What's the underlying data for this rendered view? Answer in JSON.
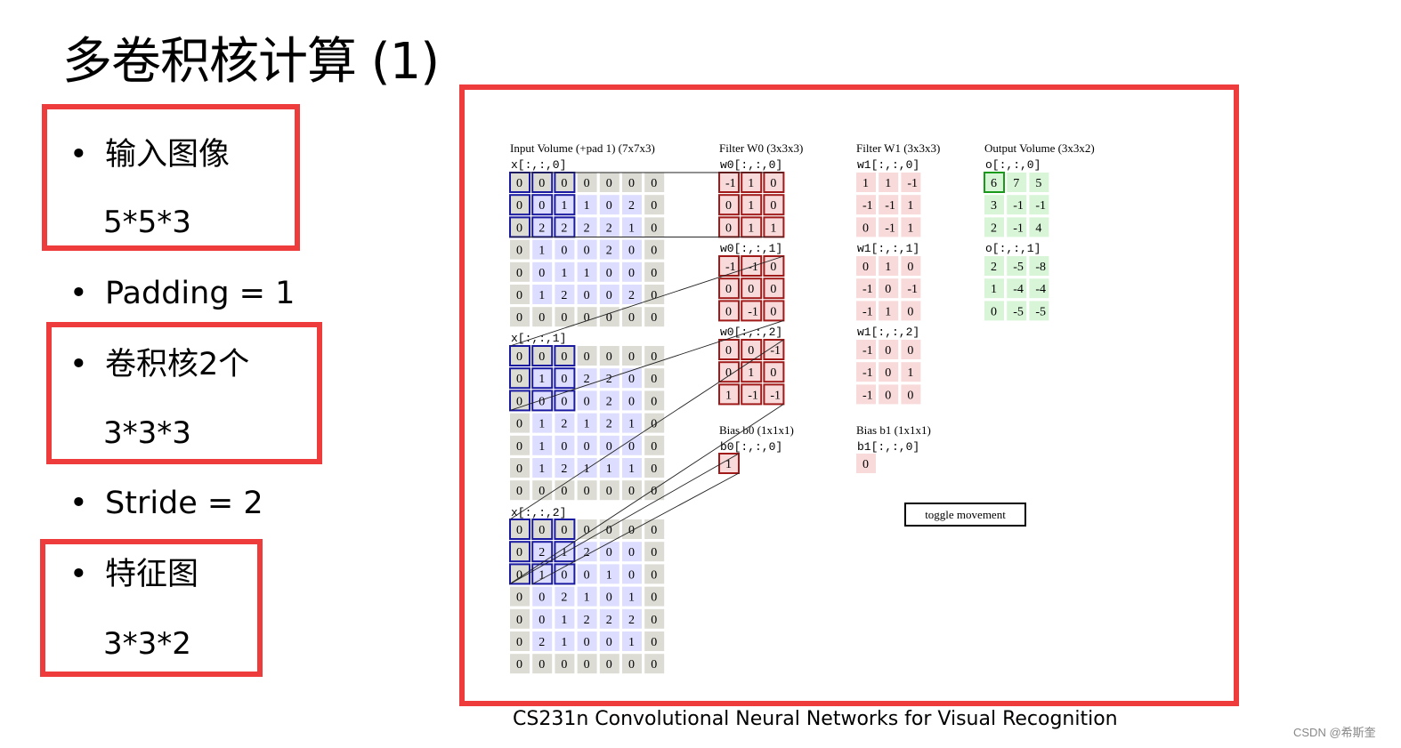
{
  "title": "多卷积核计算 (1)",
  "bullets": [
    {
      "label": "输入图像",
      "sub": "5*5*3"
    },
    {
      "label": "Padding = 1",
      "sub": ""
    },
    {
      "label": "卷积核2个",
      "sub": "3*3*3"
    },
    {
      "label": "Stride = 2",
      "sub": ""
    },
    {
      "label": "特征图",
      "sub": "3*3*2"
    }
  ],
  "bullet_glyph": "•",
  "caption": "CS231n Convolutional Neural Networks for Visual Recognition",
  "credit": "CSDN @希斯奎",
  "demo": {
    "input_title": "Input Volume (+pad 1) (7x7x3)",
    "input_slices": [
      {
        "label": "x[:,:,0]",
        "values": [
          [
            0,
            0,
            0,
            0,
            0,
            0,
            0
          ],
          [
            0,
            0,
            1,
            1,
            0,
            2,
            0
          ],
          [
            0,
            2,
            2,
            2,
            2,
            1,
            0
          ],
          [
            0,
            1,
            0,
            0,
            2,
            0,
            0
          ],
          [
            0,
            0,
            1,
            1,
            0,
            0,
            0
          ],
          [
            0,
            1,
            2,
            0,
            0,
            2,
            0
          ],
          [
            0,
            0,
            0,
            0,
            0,
            0,
            0
          ]
        ]
      },
      {
        "label": "x[:,:,1]",
        "values": [
          [
            0,
            0,
            0,
            0,
            0,
            0,
            0
          ],
          [
            0,
            1,
            0,
            2,
            2,
            0,
            0
          ],
          [
            0,
            0,
            0,
            0,
            2,
            0,
            0
          ],
          [
            0,
            1,
            2,
            1,
            2,
            1,
            0
          ],
          [
            0,
            1,
            0,
            0,
            0,
            0,
            0
          ],
          [
            0,
            1,
            2,
            1,
            1,
            1,
            0
          ],
          [
            0,
            0,
            0,
            0,
            0,
            0,
            0
          ]
        ]
      },
      {
        "label": "x[:,:,2]",
        "values": [
          [
            0,
            0,
            0,
            0,
            0,
            0,
            0
          ],
          [
            0,
            2,
            1,
            2,
            0,
            0,
            0
          ],
          [
            0,
            1,
            0,
            0,
            1,
            0,
            0
          ],
          [
            0,
            0,
            2,
            1,
            0,
            1,
            0
          ],
          [
            0,
            0,
            1,
            2,
            2,
            2,
            0
          ],
          [
            0,
            2,
            1,
            0,
            0,
            1,
            0
          ],
          [
            0,
            0,
            0,
            0,
            0,
            0,
            0
          ]
        ]
      }
    ],
    "filter0_title": "Filter W0 (3x3x3)",
    "filter0_slices": [
      {
        "label": "w0[:,:,0]",
        "values": [
          [
            -1,
            1,
            0
          ],
          [
            0,
            1,
            0
          ],
          [
            0,
            1,
            1
          ]
        ]
      },
      {
        "label": "w0[:,:,1]",
        "values": [
          [
            -1,
            -1,
            0
          ],
          [
            0,
            0,
            0
          ],
          [
            0,
            -1,
            0
          ]
        ]
      },
      {
        "label": "w0[:,:,2]",
        "values": [
          [
            0,
            0,
            -1
          ],
          [
            0,
            1,
            0
          ],
          [
            1,
            -1,
            -1
          ]
        ]
      }
    ],
    "bias0_title": "Bias b0 (1x1x1)",
    "bias0_label": "b0[:,:,0]",
    "bias0_value": 1,
    "filter1_title": "Filter W1 (3x3x3)",
    "filter1_slices": [
      {
        "label": "w1[:,:,0]",
        "values": [
          [
            1,
            1,
            -1
          ],
          [
            -1,
            -1,
            1
          ],
          [
            0,
            -1,
            1
          ]
        ]
      },
      {
        "label": "w1[:,:,1]",
        "values": [
          [
            0,
            1,
            0
          ],
          [
            -1,
            0,
            -1
          ],
          [
            -1,
            1,
            0
          ]
        ]
      },
      {
        "label": "w1[:,:,2]",
        "values": [
          [
            -1,
            0,
            0
          ],
          [
            -1,
            0,
            1
          ],
          [
            -1,
            0,
            0
          ]
        ]
      }
    ],
    "bias1_title": "Bias b1 (1x1x1)",
    "bias1_label": "b1[:,:,0]",
    "bias1_value": 0,
    "output_title": "Output Volume (3x3x2)",
    "output_slices": [
      {
        "label": "o[:,:,0]",
        "values": [
          [
            6,
            7,
            5
          ],
          [
            3,
            -1,
            -1
          ],
          [
            2,
            -1,
            4
          ]
        ]
      },
      {
        "label": "o[:,:,1]",
        "values": [
          [
            2,
            -5,
            -8
          ],
          [
            1,
            -4,
            -4
          ],
          [
            0,
            -5,
            -5
          ]
        ]
      }
    ],
    "toggle_label": "toggle movement",
    "colors": {
      "input_cell": "#ddddff",
      "pad_cell": "#dcdcd4",
      "filter_cell": "#f8dada",
      "output_cell": "#d8f5d8",
      "input_highlight": "#1a1aa0",
      "filter_highlight": "#a01a1a",
      "output_highlight": "#1a9a1a",
      "frame_red": "#ee3b3b"
    }
  }
}
